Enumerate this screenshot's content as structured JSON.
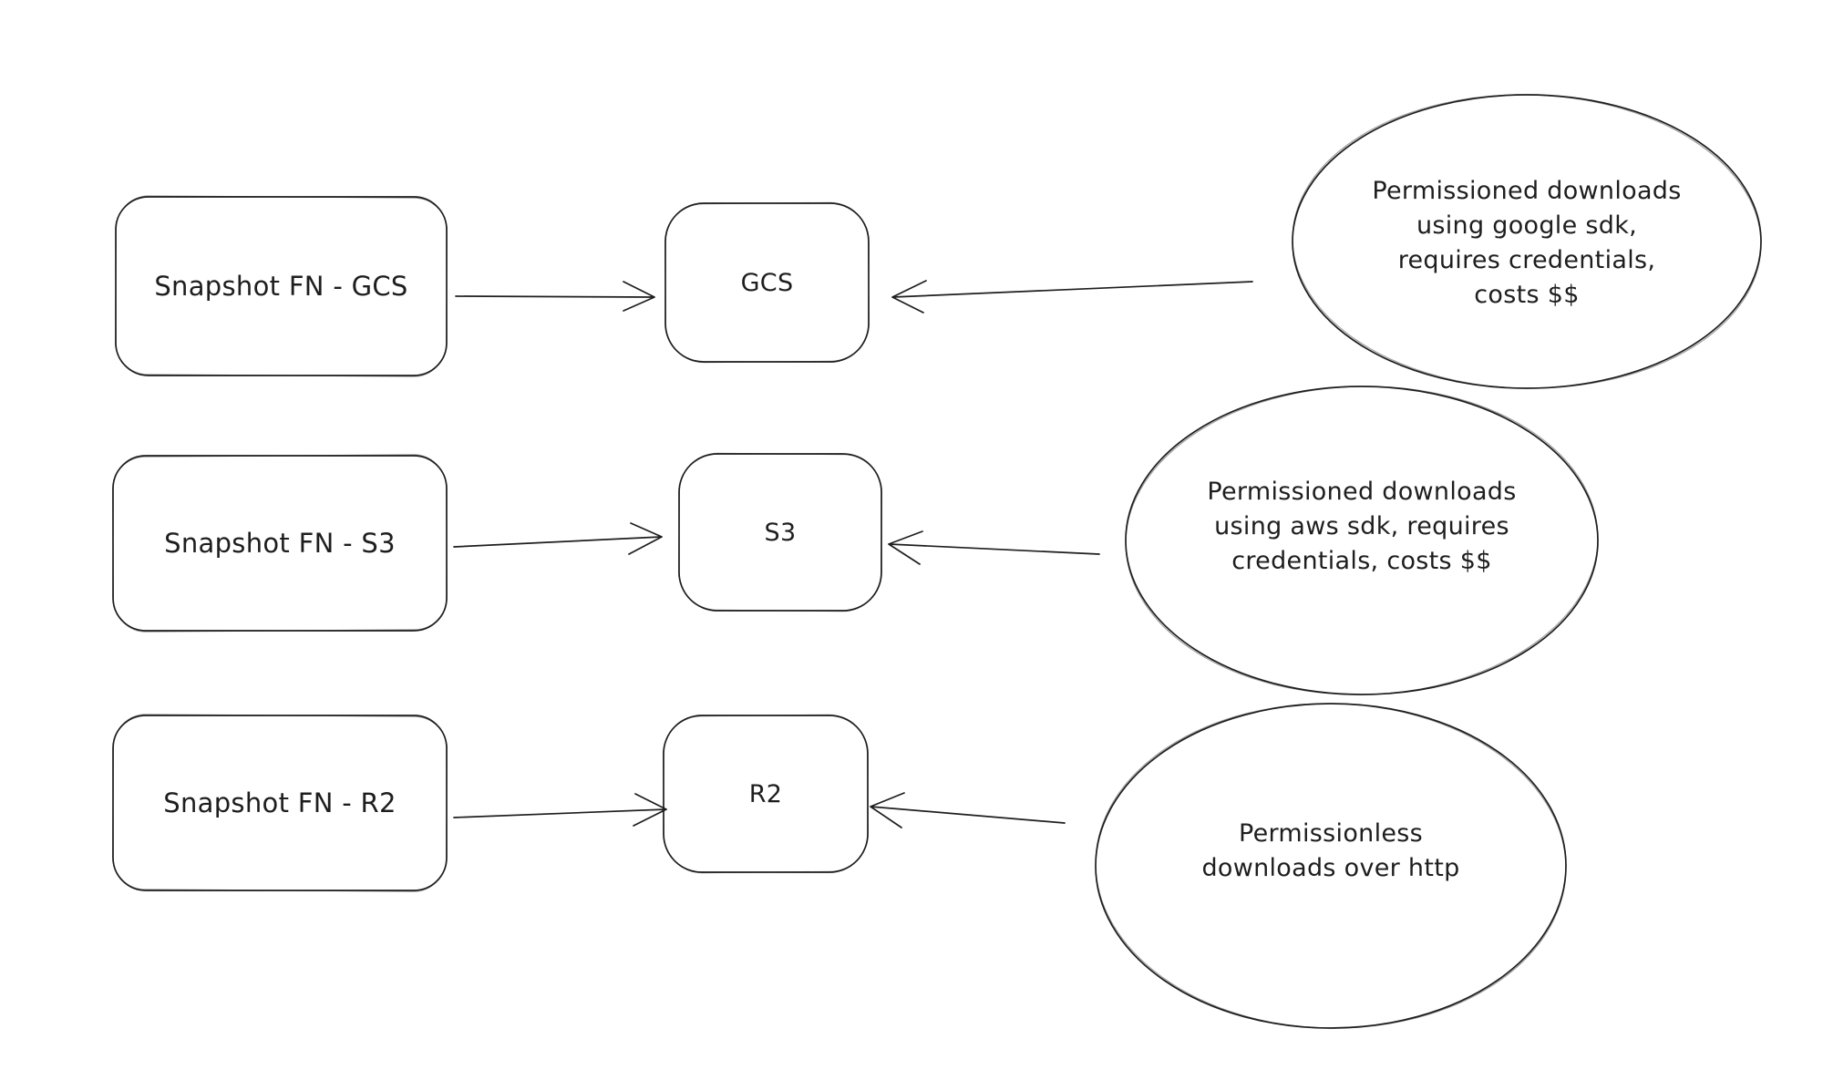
{
  "colors": {
    "background": "#ffffff",
    "stroke": "#1e1e1e",
    "text": "#1e1e1e"
  },
  "rows": [
    {
      "source_label": "Snapshot FN - GCS",
      "target_label": "GCS",
      "note_lines": [
        "Permissioned downloads",
        "using google sdk,",
        "requires credentials,",
        "costs $$"
      ]
    },
    {
      "source_label": "Snapshot FN - S3",
      "target_label": "S3",
      "note_lines": [
        "Permissioned downloads",
        "using aws sdk, requires",
        "credentials, costs $$"
      ]
    },
    {
      "source_label": "Snapshot FN - R2",
      "target_label": "R2",
      "note_lines": [
        "Permissionless",
        "downloads over http"
      ]
    }
  ]
}
